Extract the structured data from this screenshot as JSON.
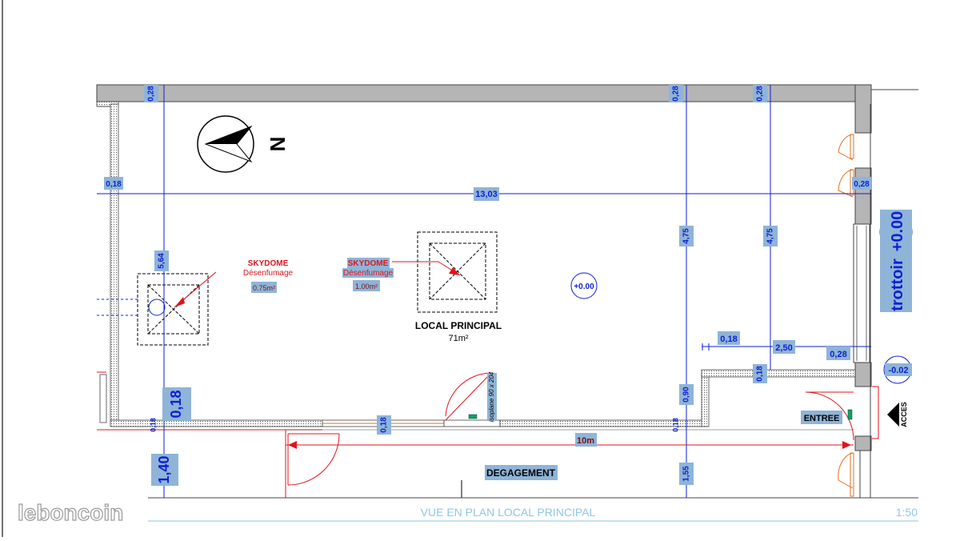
{
  "north_label": "N",
  "room": {
    "name": "LOCAL PRINCIPAL",
    "area": "71m²"
  },
  "skydomes": [
    {
      "title": "SKYDOME",
      "subtitle": "Désenfumage",
      "size": "0.75m²"
    },
    {
      "title": "SKYDOME",
      "subtitle": "Désenfumage",
      "size": "1.00m²"
    }
  ],
  "levels": {
    "room": "+0.00",
    "sidewalk": "+0.00",
    "entrance": "-0.02"
  },
  "labels": {
    "sidewalk": "trottoir",
    "entrance": "ENTREE",
    "access": "ACCES",
    "corridor": "DEGAGEMENT",
    "door_note": "isoplane 90 x 204"
  },
  "dimensions": {
    "top_left_wall": "0,28",
    "top_mid_wall": "0,28",
    "top_right_wall": "0,28",
    "left_wall": "0,18",
    "width": "13,03",
    "right_wall": "0,28",
    "left_height": "5,64",
    "mid_height": "4,75",
    "right_height": "4,75",
    "step_wall": "0,18",
    "step_width": "2,50",
    "step_right": "0,28",
    "step_vertical": "0,18",
    "step_height": "0,90",
    "bottom_left_big": "0,18",
    "bottom_left_wall": "0,18",
    "bottom_mid_wall": "0,18",
    "bottom_right_wall": "0,18",
    "corridor_length": "10m",
    "left_corridor": "1,40",
    "right_corridor": "1,55"
  },
  "footer": {
    "title": "VUE EN PLAN LOCAL PRINCIPAL",
    "scale": "1:50"
  },
  "watermark": "leboncoin",
  "colors": {
    "dimension": "#0b1fd6",
    "label_bg": "#8fb4d8",
    "annotation": "#e0141c",
    "wall": "#b8b8b8",
    "footer": "#8ec6e6"
  }
}
